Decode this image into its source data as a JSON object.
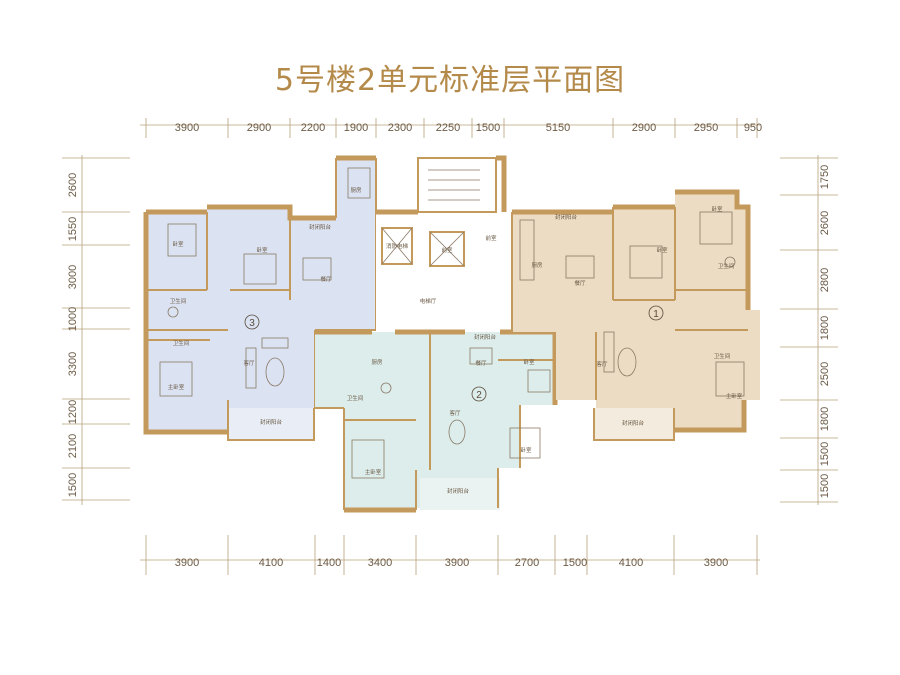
{
  "title": "5号楼2单元标准层平面图",
  "dims": {
    "top": [
      "3900",
      "2900",
      "2200",
      "1900",
      "2300",
      "2250",
      "1500",
      "5150",
      "2900",
      "2950",
      "950"
    ],
    "bottom": [
      "3900",
      "4100",
      "1400",
      "3400",
      "3900",
      "2700",
      "1500",
      "4100",
      "3900"
    ],
    "left": [
      "2600",
      "1550",
      "3000",
      "1000",
      "3300",
      "1200",
      "2100",
      "1500"
    ],
    "right": [
      "1750",
      "2600",
      "2800",
      "1800",
      "2500",
      "1800",
      "1500",
      "1500"
    ]
  },
  "units": {
    "u1": "1",
    "u2": "2",
    "u3": "3"
  },
  "rooms": {
    "u3_bed1": "卧室",
    "u3_bed2": "卧室",
    "u3_bath": "卫生间",
    "u3_bath2": "卫生间",
    "u3_master": "主卧室",
    "u3_kitchen": "厨房",
    "u3_dining": "餐厅",
    "u3_living": "客厅",
    "u3_balcony_top": "封闭阳台",
    "u3_balcony": "封闭阳台",
    "core_hall": "电梯厅",
    "core_front": "前室",
    "core_elev1": "消防电梯",
    "core_elev2": "前室",
    "u2_kitchen": "厨房",
    "u2_dining": "餐厅",
    "u2_living": "客厅",
    "u2_bath": "卫生间",
    "u2_bed": "卧室",
    "u2_bed2": "卧室",
    "u2_master": "主卧室",
    "u2_balcony": "封闭阳台",
    "u2_balcony2": "封闭阳台",
    "u1_kitchen": "厨房",
    "u1_dining": "餐厅",
    "u1_living": "客厅",
    "u1_bed1": "卧室",
    "u1_bed2": "卧室",
    "u1_bath": "卫生间",
    "u1_bath2": "卫生间",
    "u1_master": "主卧室",
    "u1_balcony": "封闭阳台",
    "u1_balcony_top": "封闭阳台"
  },
  "colors": {
    "unit1": "#ecdcc4",
    "unit2": "#dcedec",
    "unit3": "#dbe3f3",
    "wall": "#c49a5c",
    "title": "#b48a4a"
  }
}
